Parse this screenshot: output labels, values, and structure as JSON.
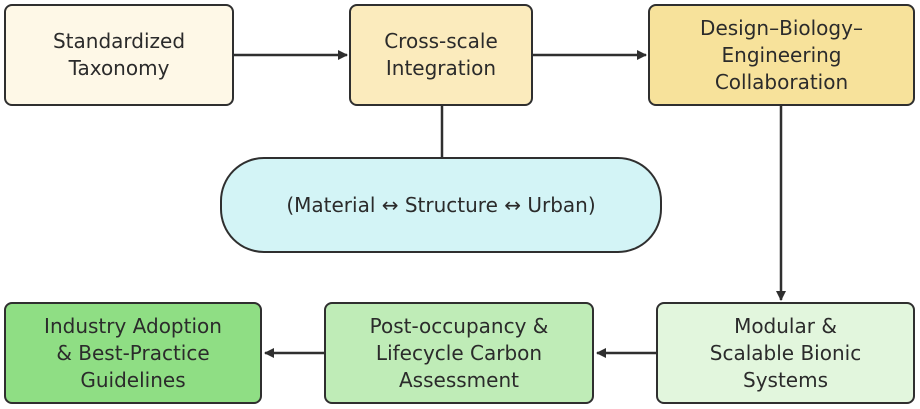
{
  "nodes": {
    "taxonomy": {
      "lines": [
        "Standardized",
        "Taxonomy"
      ],
      "fill": "#fef8e7"
    },
    "cross_scale": {
      "lines": [
        "Cross-scale",
        "Integration"
      ],
      "fill": "#fbebbd"
    },
    "collaboration": {
      "lines": [
        "Design–Biology–",
        "Engineering",
        "Collaboration"
      ],
      "fill": "#f7e29b"
    },
    "scales": {
      "lines": [
        "(Material ↔ Structure ↔ Urban)"
      ],
      "fill": "#d3f4f6"
    },
    "modular": {
      "lines": [
        "Modular &",
        "Scalable Bionic",
        "Systems"
      ],
      "fill": "#e2f6dd"
    },
    "post_occupancy": {
      "lines": [
        "Post-occupancy &",
        "Lifecycle Carbon",
        "Assessment"
      ],
      "fill": "#bfecb7"
    },
    "industry": {
      "lines": [
        "Industry Adoption",
        "& Best-Practice",
        "Guidelines"
      ],
      "fill": "#8fde84"
    }
  },
  "colors": {
    "border": "#2f2f2f",
    "connector": "#2f2f2f",
    "text": "#2b2b2b"
  }
}
